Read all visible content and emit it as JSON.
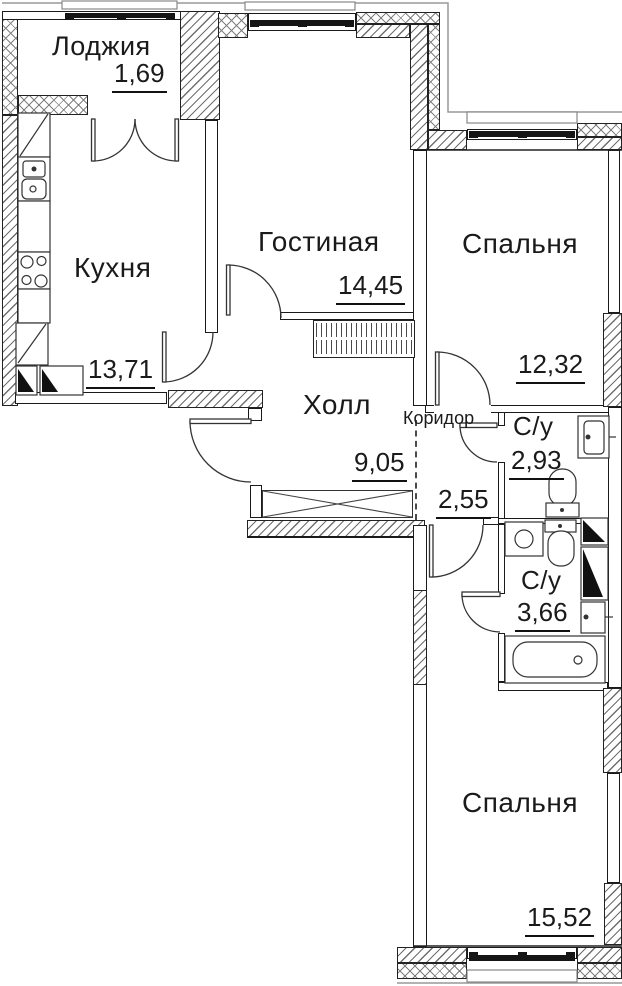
{
  "rooms": [
    {
      "id": "loggia",
      "label": "Лоджия",
      "area": "1,69"
    },
    {
      "id": "kitchen",
      "label": "Кухня",
      "area": "13,71"
    },
    {
      "id": "living-room",
      "label": "Гостиная",
      "area": "14,45"
    },
    {
      "id": "bedroom-top",
      "label": "Спальня",
      "area": "12,32"
    },
    {
      "id": "hall",
      "label": "Холл",
      "area": "9,05"
    },
    {
      "id": "corridor",
      "label": "Коридор",
      "area": "2,55"
    },
    {
      "id": "bathroom-top",
      "label": "С/у",
      "area": "2,93"
    },
    {
      "id": "bathroom-bottom",
      "label": "С/у",
      "area": "3,66"
    },
    {
      "id": "bedroom-bottom",
      "label": "Спальня",
      "area": "15,52"
    }
  ],
  "colors": {
    "wall_line": "#1a1a1a",
    "hatch": "#6f6f6f",
    "window_band": "#151515",
    "outer_line": "#999999",
    "background": "#ffffff"
  }
}
